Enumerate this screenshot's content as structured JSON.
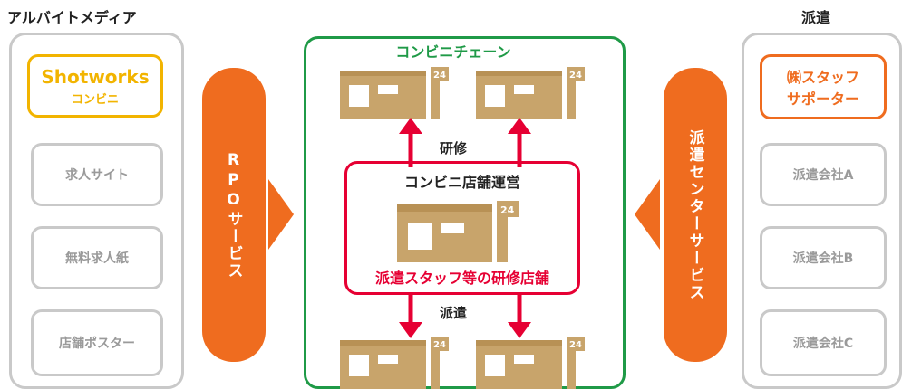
{
  "left": {
    "title": "アルバイトメディア",
    "shotworks": {
      "brand": "Shotworks",
      "sub": "コンビニ"
    },
    "items": [
      "求人サイト",
      "無料求人紙",
      "店舗ポスター"
    ]
  },
  "left_service": {
    "label": "RPOサービス"
  },
  "center": {
    "title": "コンビニチェーン",
    "training_label": "研修",
    "dispatch_label": "派遣",
    "inner_title": "コンビニ店舗運営",
    "inner_caption": "派遣スタッフ等の研修店舗",
    "store_badge": "24"
  },
  "right_service": {
    "label": "派遣センターサービス"
  },
  "right": {
    "title": "派遣",
    "staff": {
      "line1": "㈱スタッフ",
      "line2": "サポーター"
    },
    "items": [
      "派遣会社A",
      "派遣会社B",
      "派遣会社C"
    ]
  },
  "colors": {
    "orange": "#ef6c1f",
    "green": "#1f9a47",
    "red": "#e60033",
    "gold": "#f2b400",
    "gray": "#c9c9c9",
    "store": "#c8a46b"
  }
}
